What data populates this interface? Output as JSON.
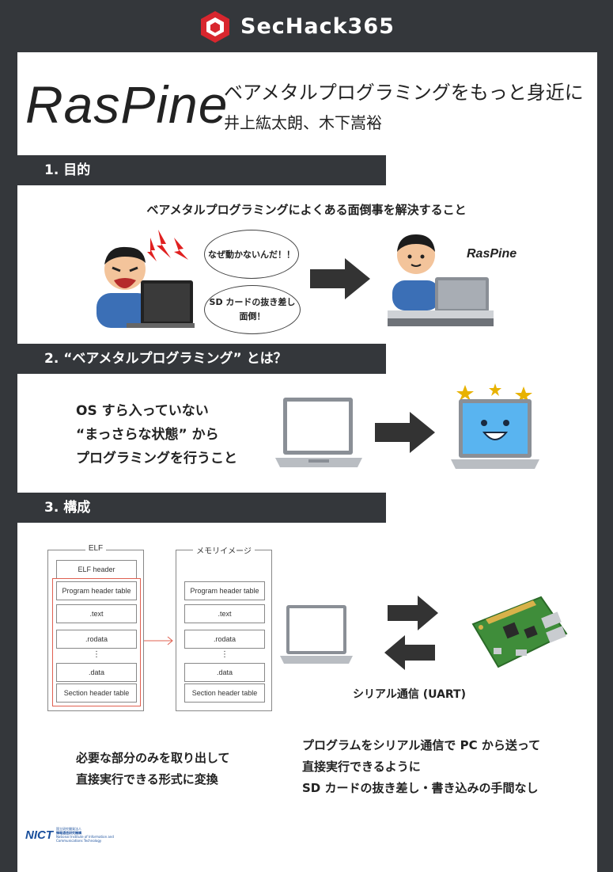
{
  "header": {
    "brand": "SecHack365"
  },
  "poster": {
    "title": "RasPine",
    "subtitle": "ベアメタルプログラミングをもっと身近に",
    "authors": "井上紘太朗、木下嵩裕"
  },
  "sections": [
    {
      "heading": "1.  目的"
    },
    {
      "heading": "2.  “ベアメタルプログラミング” とは？"
    },
    {
      "heading": "3.  構成"
    }
  ],
  "purpose": {
    "headline": "ベアメタルプログラミングによくある面倒事を解決すること",
    "bubble1": "なぜ動かないんだ！！",
    "bubble2_line1": "SD カードの抜き差し",
    "bubble2_line2": "面倒！",
    "raspine_label": "RasPine"
  },
  "about": {
    "lines": [
      "OS すら入っていない",
      "“まっさらな状態” から",
      "プログラミングを行うこと"
    ]
  },
  "structure": {
    "elf": {
      "label": "ELF",
      "boxes": [
        "ELF header",
        "Program header table",
        ".text",
        ".rodata",
        "⋮",
        ".data",
        "Section header table"
      ]
    },
    "memory": {
      "label": "メモリイメージ",
      "boxes": [
        "Program header table",
        ".text",
        ".rodata",
        "⋮",
        ".data",
        "Section header table"
      ]
    },
    "serial_label": "シリアル通信 (UART)",
    "left_text": [
      "必要な部分のみを取り出して",
      "直接実行できる形式に変換"
    ],
    "right_text": [
      "プログラムをシリアル通信で PC から送って",
      "直接実行できるように",
      "SD カードの抜き差し・書き込みの手間なし"
    ]
  },
  "footer": {
    "nict_logo": "NICT",
    "nict_text1": "国立研究開発法人",
    "nict_text2": "情報通信研究機構",
    "nict_text3": "National Institute of Information and",
    "nict_text4": "Communications Technology"
  }
}
